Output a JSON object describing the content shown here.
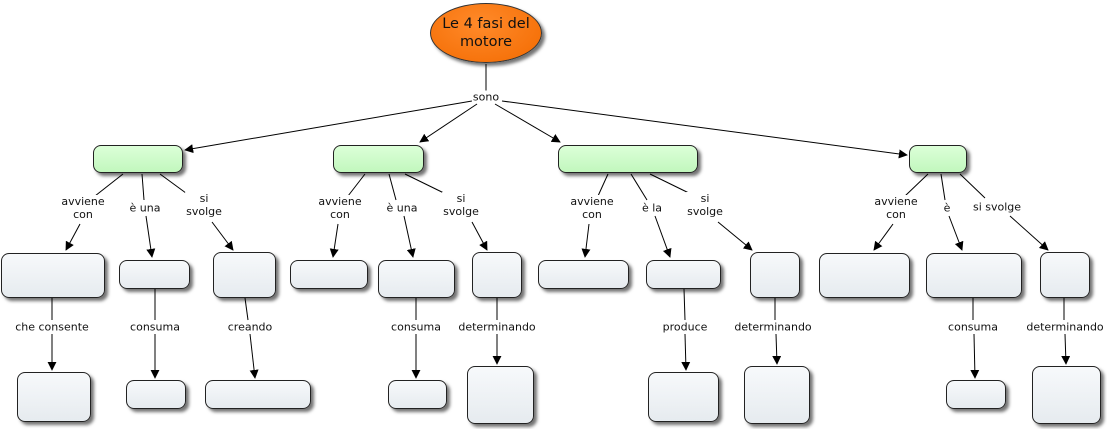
{
  "root": {
    "title": "Le 4 fasi del motore"
  },
  "labels": {
    "sono": "sono",
    "p1_avviene": "avviene\ncon",
    "p1_e_una": "è una",
    "p1_si_svolge": "si\nsvolge",
    "p1_che_consente": "che consente",
    "p1_consuma": "consuma",
    "p1_creando": "creando",
    "p2_avviene": "avviene\ncon",
    "p2_e_una": "è una",
    "p2_si_svolge": "si\nsvolge",
    "p2_consuma": "consuma",
    "p2_determinando": "determinando",
    "p3_avviene": "avviene\ncon",
    "p3_e_la": "è la",
    "p3_si_svolge": "si\nsvolge",
    "p3_produce": "produce",
    "p3_determinando": "determinando",
    "p4_avviene": "avviene\ncon",
    "p4_e": "è",
    "p4_si_svolge": "si svolge",
    "p4_consuma": "consuma",
    "p4_determinando": "determinando"
  },
  "colors": {
    "root_fill": "#f36a00",
    "phase_fill": "#c8f8c3",
    "concept_fill": "#eef2f5",
    "line": "#000000"
  }
}
